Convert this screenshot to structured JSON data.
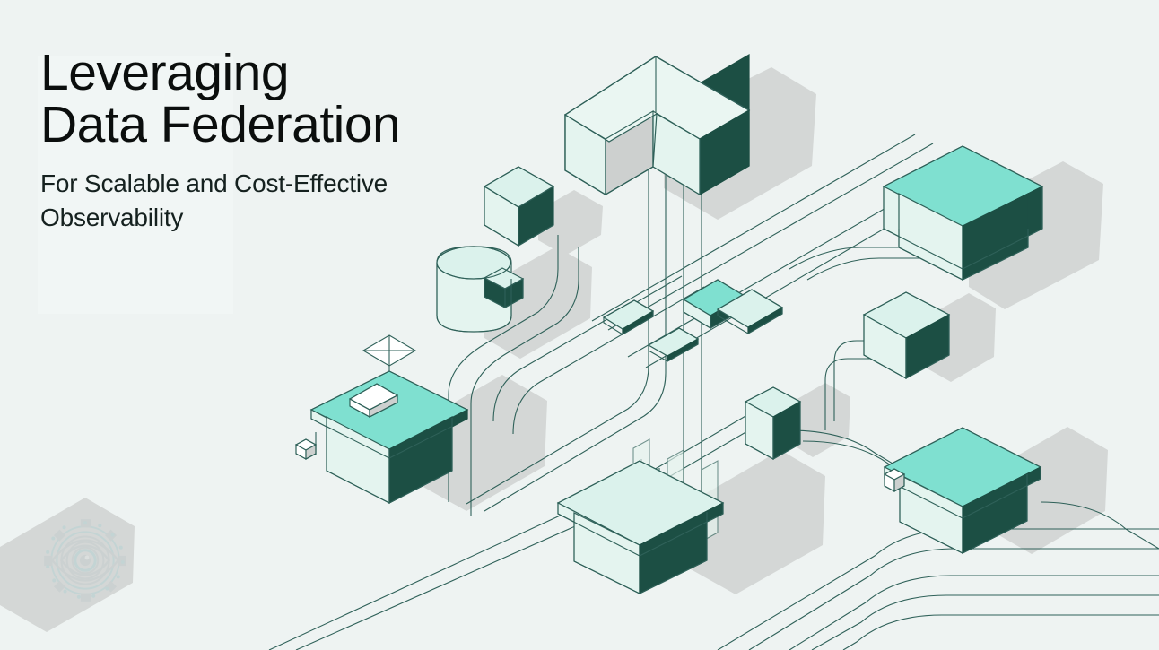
{
  "slide": {
    "title": "Leveraging\nData Federation",
    "subtitle": "For Scalable and Cost-Effective\nObservability",
    "background_color": "#eef3f2",
    "text_panel_color": "#f1f6f5",
    "title_color": "#0b0e0d",
    "subtitle_color": "#15211f"
  },
  "logo": {
    "name": "eye-gear-emblem",
    "color": "#9fcfd2",
    "secondary_color": "#b8c4c6",
    "opacity": "0.30"
  },
  "palette": {
    "background": "#eef3f2",
    "outline": "#2f6159",
    "top_mint": "#dbf2ec",
    "top_turquoise": "#7fe0d0",
    "face_light": "#dff3ee",
    "face_pale": "#e8f5f1",
    "face_dark": "#1c4f44",
    "face_gray": "#cdd0cf",
    "shadow": "#d4d7d6",
    "ribbon_fill": "#f3f7f6",
    "white": "#ffffff"
  },
  "illustration": {
    "name": "isometric-data-federation-diagram",
    "description": "Isometric scene of connected blocks and pipelines",
    "objects": [
      {
        "id": "l-block-top",
        "label": "L-shaped block",
        "roof": "mint"
      },
      {
        "id": "small-cube-left",
        "label": "Small cube",
        "roof": "mint"
      },
      {
        "id": "cylinder-db",
        "label": "Database cylinder",
        "roof": "mint"
      },
      {
        "id": "building-right-top",
        "label": "Building",
        "roof": "turquoise"
      },
      {
        "id": "cube-right-mid",
        "label": "Cube",
        "roof": "mint"
      },
      {
        "id": "slab-small-a",
        "label": "Flat slab",
        "roof": "mint"
      },
      {
        "id": "slab-small-b",
        "label": "Flat slab",
        "roof": "mint"
      },
      {
        "id": "slab-turquoise",
        "label": "Raised slab",
        "roof": "turquoise"
      },
      {
        "id": "slab-long",
        "label": "Long slab",
        "roof": "mint"
      },
      {
        "id": "cube-center-low",
        "label": "Cube",
        "roof": "mint"
      },
      {
        "id": "building-left",
        "label": "Building with antenna",
        "roof": "turquoise"
      },
      {
        "id": "building-bottom-center",
        "label": "Building",
        "roof": "mint"
      },
      {
        "id": "building-bottom-right",
        "label": "Building",
        "roof": "turquoise"
      }
    ]
  }
}
